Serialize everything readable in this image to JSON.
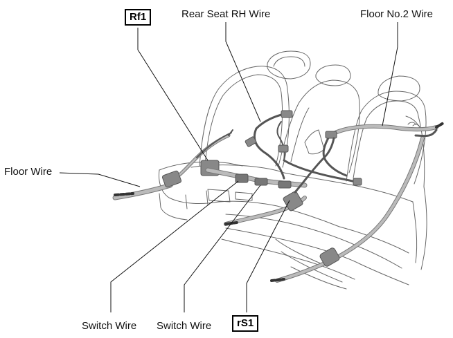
{
  "callouts": {
    "rf1": "Rf1",
    "rear_seat_rh_wire": "Rear Seat RH Wire",
    "floor_no2_wire": "Floor No.2 Wire",
    "floor_wire": "Floor Wire",
    "switch_wire_1": "Switch Wire",
    "switch_wire_2": "Switch Wire",
    "rs1": "rS1"
  },
  "colors": {
    "outline": "#555555",
    "harness_fill": "#aaaaaa",
    "connector_fill": "#777777",
    "leader": "#111111"
  }
}
